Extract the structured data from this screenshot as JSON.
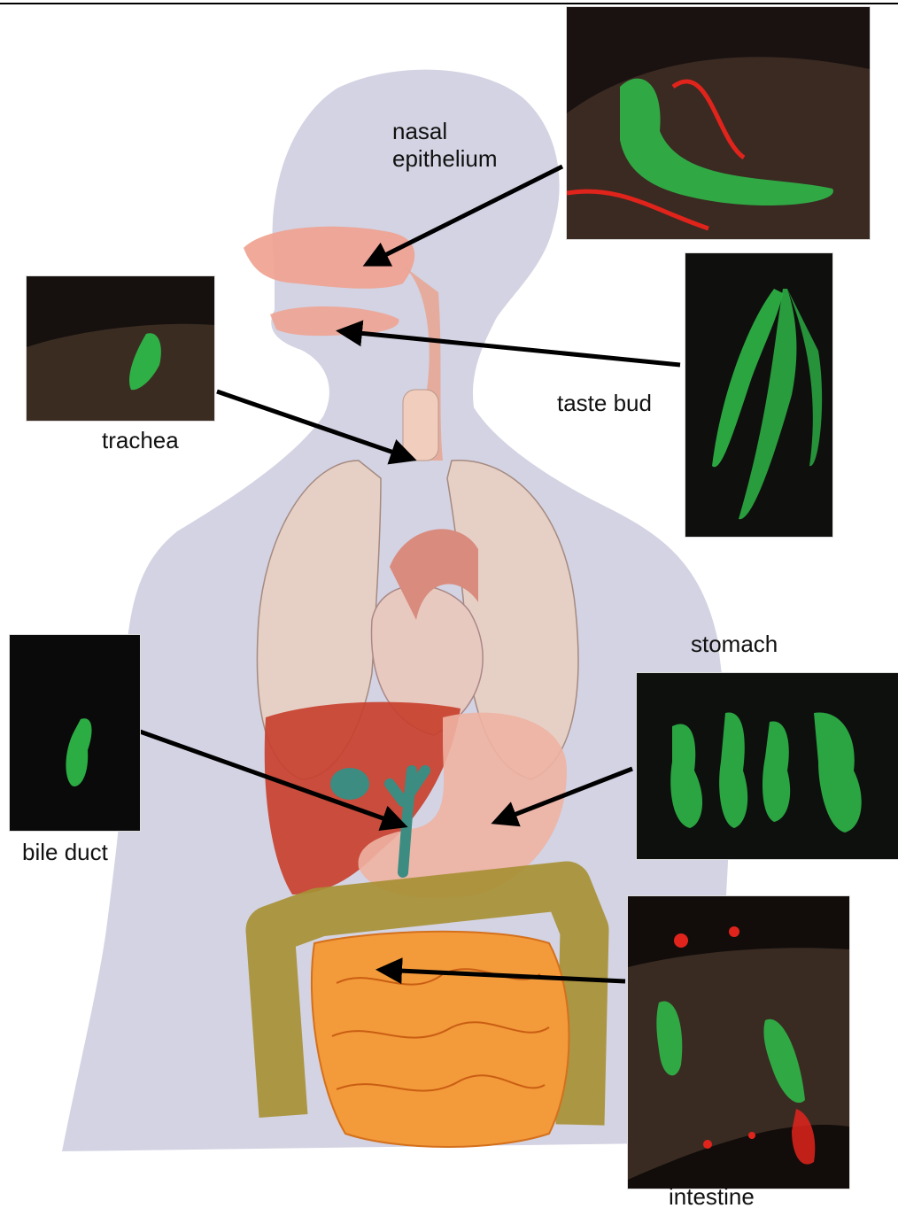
{
  "figure": {
    "labels": {
      "nasal": "nasal epithelium",
      "taste": "taste bud",
      "trachea": "trachea",
      "stomach": "stomach",
      "bile": "bile duct",
      "intestine": "intestine"
    },
    "panels": [
      {
        "id": "nasal",
        "stain": "green cell with red fibers"
      },
      {
        "id": "taste",
        "stain": "green elongated cells"
      },
      {
        "id": "trachea",
        "stain": "single green cell"
      },
      {
        "id": "stomach",
        "stain": "four green cells"
      },
      {
        "id": "bile",
        "stain": "single green cell"
      },
      {
        "id": "intestine",
        "stain": "green cells with red spots"
      }
    ],
    "colors": {
      "silhouette": "#d3d3e3",
      "micro_green": "#2fbf4a",
      "micro_red": "#e0241c",
      "arrow": "#000000"
    }
  }
}
